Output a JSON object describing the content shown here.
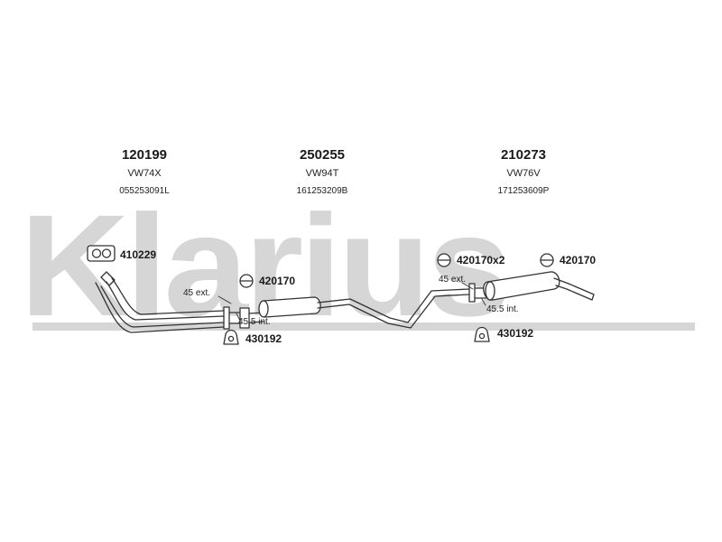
{
  "watermark": "Klarius",
  "assemblies": [
    {
      "part_number": "120199",
      "code": "VW74X",
      "oem": "055253091L"
    },
    {
      "part_number": "250255",
      "code": "VW94T",
      "oem": "161253209B"
    },
    {
      "part_number": "210273",
      "code": "VW76V",
      "oem": "171253609P"
    }
  ],
  "callouts": {
    "gasket": "410229",
    "clamp_front": "420170",
    "hanger_front": "430192",
    "clamp_rear_x2": "420170x2",
    "clamp_rear": "420170",
    "hanger_rear": "430192"
  },
  "dimensions": {
    "front_ext": "45 ext.",
    "front_int": "45.5 int.",
    "rear_ext": "45 ext.",
    "rear_int": "45.5 int."
  }
}
